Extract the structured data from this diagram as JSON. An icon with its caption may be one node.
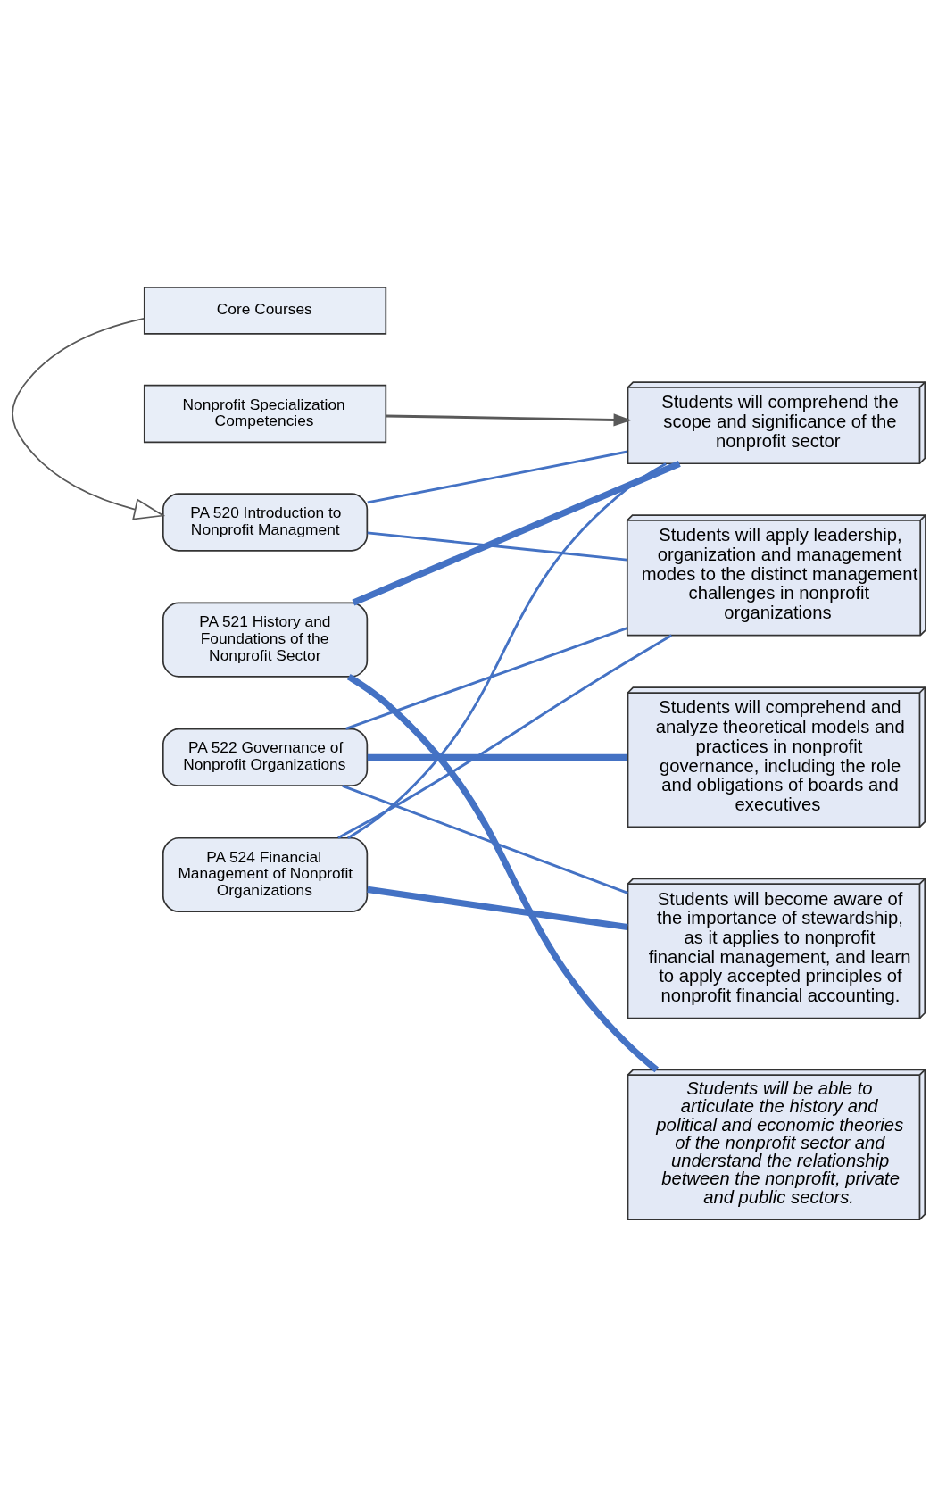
{
  "diagram": {
    "nodes": [
      {
        "text": [
          "Core Courses"
        ]
      },
      {
        "text": [
          "Nonprofit Specialization Competencies"
        ]
      },
      {
        "text": [
          "PA 520 Introduction to Nonprofit Managment"
        ]
      },
      {
        "text": [
          "PA 521 History and Foundations of the Nonprofit Sector"
        ]
      },
      {
        "text": [
          "PA 522 Governance of Nonprofit Organizations"
        ]
      },
      {
        "text": [
          "PA 524 Financial Management of Nonprofit Organizations"
        ]
      },
      {
        "text": [
          "Students will comprehend the scope and significance of the nonprofit sector"
        ]
      },
      {
        "text": [
          "Students will apply leadership, organization and management modes to the distinct management challenges in nonprofit organizations"
        ]
      },
      {
        "text": [
          "Students will comprehend and analyze theoretical models and practices in nonprofit governance, including the role and obligations of boards and executives"
        ]
      },
      {
        "text": [
          "Students will become aware of the importance of stewardship, as it applies to nonprofit financial management, and learn to apply accepted principles of nonprofit financial accounting."
        ]
      },
      {
        "text": [
          "Students will be able to articulate the history and political and economic theories of the nonprofit sector and understand the relationship between the nonprofit, private and public sectors."
        ]
      }
    ],
    "edges": [
      {
        "from": 0,
        "to": 2,
        "arrow": "to",
        "color": "#595959"
      },
      {
        "from": 1,
        "to": 6,
        "arrow": "to",
        "color": "#595959"
      },
      {
        "from": 2,
        "to": 6,
        "arrow": "none"
      },
      {
        "from": 2,
        "to": 7,
        "arrow": "none"
      },
      {
        "from": 3,
        "to": 6,
        "arrow": "none",
        "style": "thick"
      },
      {
        "from": 3,
        "to": 10,
        "arrow": "none",
        "style": "thick"
      },
      {
        "from": 4,
        "to": 7,
        "arrow": "none"
      },
      {
        "from": 4,
        "to": 8,
        "arrow": "none",
        "style": "thick"
      },
      {
        "from": 4,
        "to": 9,
        "arrow": "none"
      },
      {
        "from": 5,
        "to": 6,
        "arrow": "none"
      },
      {
        "from": 5,
        "to": 7,
        "arrow": "none"
      },
      {
        "from": 5,
        "to": 9,
        "arrow": "none",
        "style": "thick"
      }
    ]
  }
}
